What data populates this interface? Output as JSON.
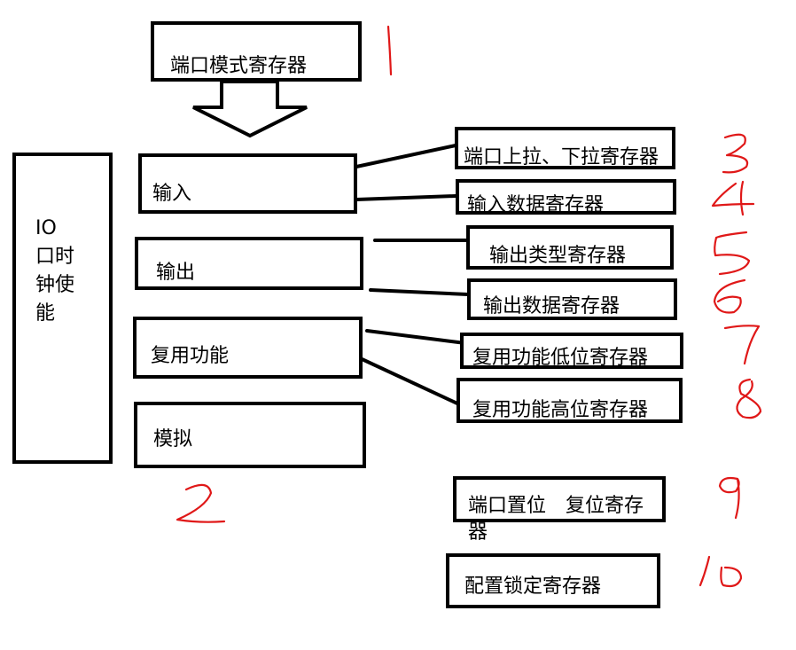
{
  "mode_register": "端口模式寄存器",
  "io_clock_enable_lines": [
    "IO",
    "口时",
    "钟使",
    "能"
  ],
  "modes": {
    "input": "输入",
    "output": "输出",
    "alternate": "复用功能",
    "analog": "模拟"
  },
  "registers": {
    "pull_up_down": "端口上拉、下拉寄存器",
    "input_data": "输入数据寄存器",
    "output_type": "输出类型寄存器",
    "output_data": "输出数据寄存器",
    "af_low": "复用功能低位寄存器",
    "af_high": "复用功能高位寄存器",
    "set_reset_line1": "端口置位　复位寄存",
    "set_reset_line2": "器",
    "config_lock": "配置锁定寄存器"
  },
  "annotations": [
    "1",
    "2",
    "3",
    "4",
    "5",
    "6",
    "7",
    "8",
    "9",
    "10"
  ],
  "annotation_color": "#e01818"
}
